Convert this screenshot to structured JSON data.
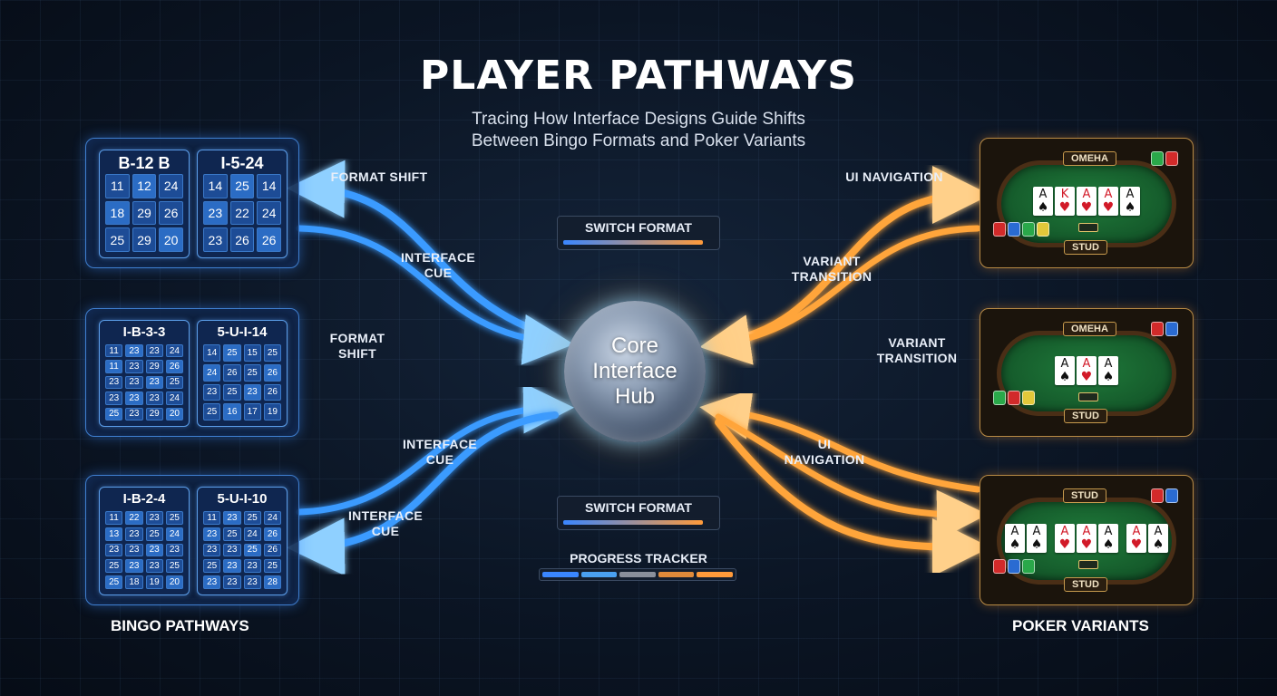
{
  "header": {
    "title": "PLAYER PATHWAYS",
    "subtitle_line1": "Tracing How Interface Designs Guide Shifts",
    "subtitle_line2": "Between Bingo Formats and Poker Variants"
  },
  "hub": {
    "label_line1": "Core",
    "label_line2": "Interface",
    "label_line3": "Hub"
  },
  "controls": {
    "switch_format_top": "SWITCH FORMAT",
    "switch_format_bottom": "SWITCH FORMAT",
    "progress_tracker": "PROGRESS TRACKER"
  },
  "bingo": {
    "section_label": "BINGO PATHWAYS",
    "panels": [
      {
        "cards": [
          {
            "title": "B-12 B",
            "cells": [
              [
                "11",
                "12",
                "24"
              ],
              [
                "18",
                "29",
                "26"
              ],
              [
                "25",
                "29",
                "20"
              ]
            ]
          },
          {
            "title": "I-5-24",
            "cells": [
              [
                "14",
                "25",
                "14"
              ],
              [
                "23",
                "22",
                "24"
              ],
              [
                "23",
                "26",
                "26"
              ]
            ]
          }
        ]
      },
      {
        "cards": [
          {
            "title": "I-B-3-3",
            "cells": [
              [
                "11",
                "23",
                "23",
                "24"
              ],
              [
                "11",
                "23",
                "29",
                "26"
              ],
              [
                "23",
                "23",
                "23",
                "25"
              ],
              [
                "23",
                "23",
                "23",
                "24"
              ],
              [
                "25",
                "23",
                "29",
                "20"
              ]
            ]
          },
          {
            "title": "5-U-I-14",
            "cells": [
              [
                "14",
                "25",
                "15",
                "25"
              ],
              [
                "24",
                "26",
                "25",
                "26"
              ],
              [
                "23",
                "25",
                "23",
                "26"
              ],
              [
                "25",
                "16",
                "17",
                "19"
              ]
            ]
          }
        ]
      },
      {
        "cards": [
          {
            "title": "I-B-2-4",
            "cells": [
              [
                "11",
                "22",
                "23",
                "25"
              ],
              [
                "13",
                "23",
                "25",
                "24"
              ],
              [
                "23",
                "23",
                "23",
                "23"
              ],
              [
                "25",
                "23",
                "23",
                "25"
              ],
              [
                "25",
                "18",
                "19",
                "20"
              ]
            ]
          },
          {
            "title": "5-U-I-10",
            "cells": [
              [
                "11",
                "23",
                "25",
                "24"
              ],
              [
                "23",
                "25",
                "24",
                "26"
              ],
              [
                "23",
                "23",
                "25",
                "26"
              ],
              [
                "25",
                "23",
                "23",
                "25"
              ],
              [
                "23",
                "23",
                "23",
                "28"
              ]
            ]
          }
        ]
      }
    ]
  },
  "poker": {
    "section_label": "POKER VARIANTS",
    "tables": [
      {
        "top_label": "OMEHA",
        "bottom_label": "STUD",
        "cards": [
          "A♠",
          "K♥",
          "A♥",
          "A♥",
          "A♠"
        ]
      },
      {
        "top_label": "OMEHA",
        "bottom_label": "STUD",
        "cards": [
          "A♠",
          "A♥",
          "A♠"
        ]
      },
      {
        "top_label": "STUD",
        "bottom_label": "STUD",
        "cards": [
          "A♠",
          "A♠",
          "A♥",
          "A♥",
          "A♠",
          "A♥",
          "A♠"
        ]
      }
    ]
  },
  "flow_labels": {
    "left_1": "FORMAT SHIFT",
    "left_2_line1": "INTERFACE",
    "left_2_line2": "CUE",
    "left_3_line1": "FORMAT",
    "left_3_line2": "SHIFT",
    "left_4_line1": "INTERFACE",
    "left_4_line2": "CUE",
    "left_5_line1": "INTERFACE",
    "left_5_line2": "CUE",
    "right_1": "UI NAVIGATION",
    "right_2_line1": "VARIANT",
    "right_2_line2": "TRANSITION",
    "right_3_line1": "VARIANT",
    "right_3_line2": "TRANSITION",
    "right_4_line1": "UI",
    "right_4_line2": "NAVIGATION"
  },
  "colors": {
    "bingo_flow": "#3a9bff",
    "poker_flow": "#ffa53a",
    "tracker_segments": [
      "#3a86ff",
      "#4aa0f0",
      "#8a8f9a",
      "#e08a3a",
      "#ff9a3a"
    ]
  }
}
